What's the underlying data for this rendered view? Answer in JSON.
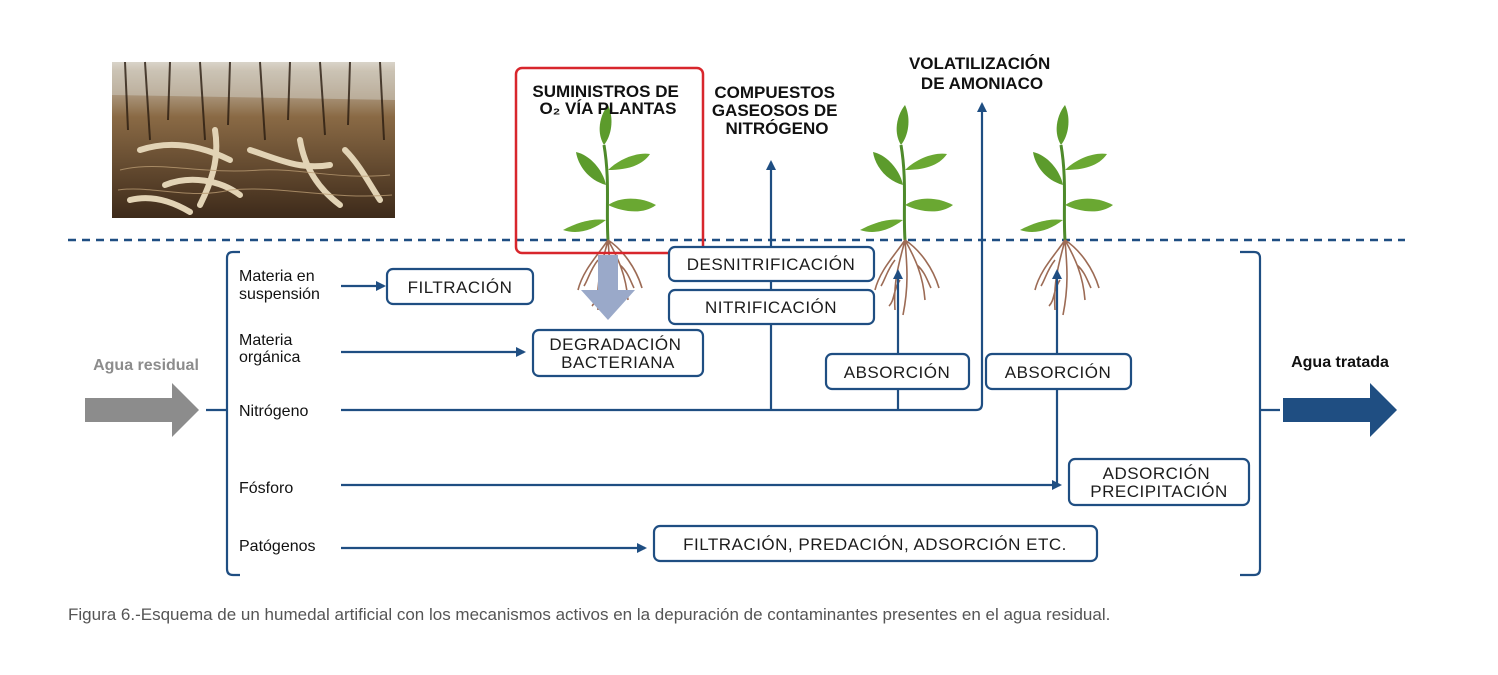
{
  "colors": {
    "flow": "#1f4e82",
    "highlight": "#d8262c",
    "input_arrow": "#8c8c8c",
    "output_arrow": "#1f4e82",
    "oxygen_arrow": "#9aa9c9",
    "leaf": "#6aa832",
    "stem": "#4e8a2b",
    "roots": "#9c6b55"
  },
  "input": {
    "label": "Agua residual"
  },
  "output": {
    "label": "Agua tratada"
  },
  "pollutants": {
    "suspended": [
      "Materia en",
      "suspensión"
    ],
    "organic": [
      "Materia",
      "orgánica"
    ],
    "nitrogen": "Nitrógeno",
    "phosphorus": "Fósforo",
    "pathogens": "Patógenos"
  },
  "processes": {
    "filtration": "FILTRACIÓN",
    "degradation": [
      "DEGRADACIÓN",
      "BACTERIANA"
    ],
    "denitrification": "DESNITRIFICACIÓN",
    "nitrification": "NITRIFICACIÓN",
    "absorption_1": "ABSORCIÓN",
    "absorption_2": "ABSORCIÓN",
    "adsorption": [
      "ADSORCIÓN",
      "PRECIPITACIÓN"
    ],
    "pathogen_removal": "FILTRACIÓN, PREDACIÓN, ADSORCIÓN ETC."
  },
  "headings": {
    "oxygen_supply": [
      "SUMINISTROS DE",
      "O₂ VÍA PLANTAS"
    ],
    "nitrogen_gases": [
      "COMPUESTOS",
      "GASEOSOS DE",
      "NITRÓGENO"
    ],
    "ammonia": [
      "VOLATILIZACIÓN",
      "DE AMONIACO"
    ]
  },
  "caption": "Figura 6.-Esquema de un humedal artificial con los mecanismos activos en la depuración de contaminantes presentes en el agua residual."
}
